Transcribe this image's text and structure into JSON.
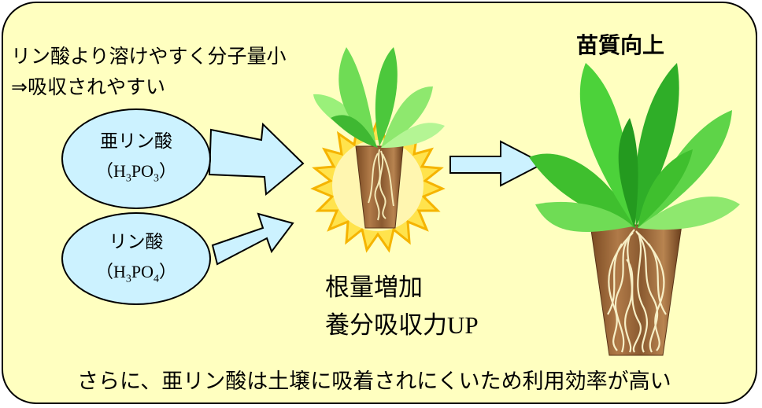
{
  "intro": {
    "line1": "リン酸より溶けやすく分子量小",
    "line2": "⇒吸収されやすい"
  },
  "title": "苗質向上",
  "compounds": [
    {
      "name": "亜リン酸",
      "formula_open": "（H",
      "sub1": "3",
      "mid": "PO",
      "sub2": "3",
      "formula_close": "）"
    },
    {
      "name": "リン酸",
      "formula_open": "（H",
      "sub1": "3",
      "mid": "PO",
      "sub2": "4",
      "formula_close": "）"
    }
  ],
  "effect": {
    "line1": "根量増加",
    "line2_jp": "養分吸収力",
    "line2_en": "UP"
  },
  "bottom_note": "さらに、亜リン酸は土壌に吸着されにくいため利用効率が高い",
  "colors": {
    "panel_bg": "#ffffc0",
    "oval_fill": "#ccf2ff",
    "arrow_fill": "#ccf2ff",
    "starburst": "#ffcc00",
    "leaf_light": "#7fe06a",
    "leaf_dark": "#2fb02a",
    "pot": "#8a5a30",
    "roots": "#f3e8b6"
  }
}
